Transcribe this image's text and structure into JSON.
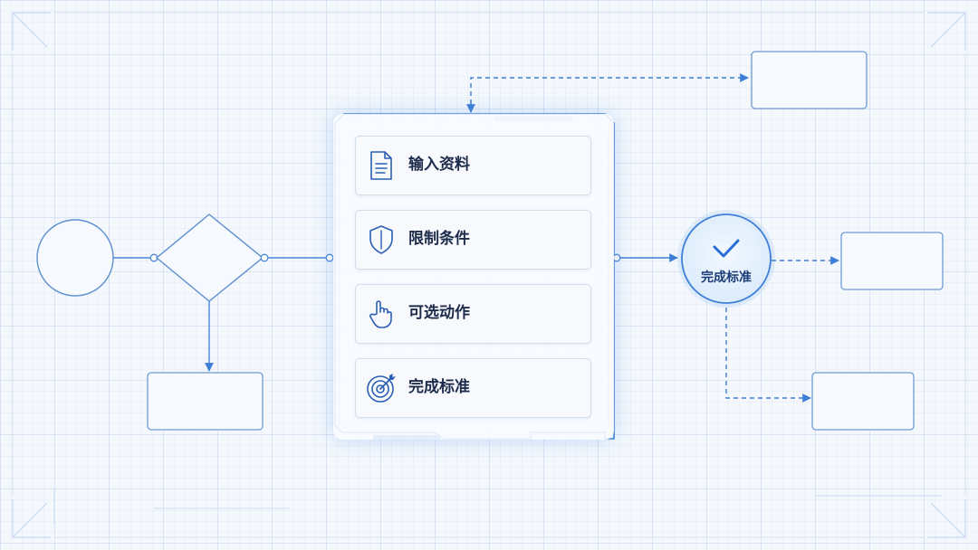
{
  "colors": {
    "accent": "#2a6fd6",
    "line": "#4a86d8",
    "card_text": "#1e2c4c",
    "background": "#f4f8fd"
  },
  "panel": {
    "steps": [
      {
        "label": "输入资料",
        "icon": "document-icon"
      },
      {
        "label": "限制条件",
        "icon": "shield-icon"
      },
      {
        "label": "可选动作",
        "icon": "pointer-hand-icon"
      },
      {
        "label": "完成标准",
        "icon": "target-icon"
      }
    ]
  },
  "goal_node": {
    "label": "完成标准",
    "icon": "checkmark-icon"
  }
}
